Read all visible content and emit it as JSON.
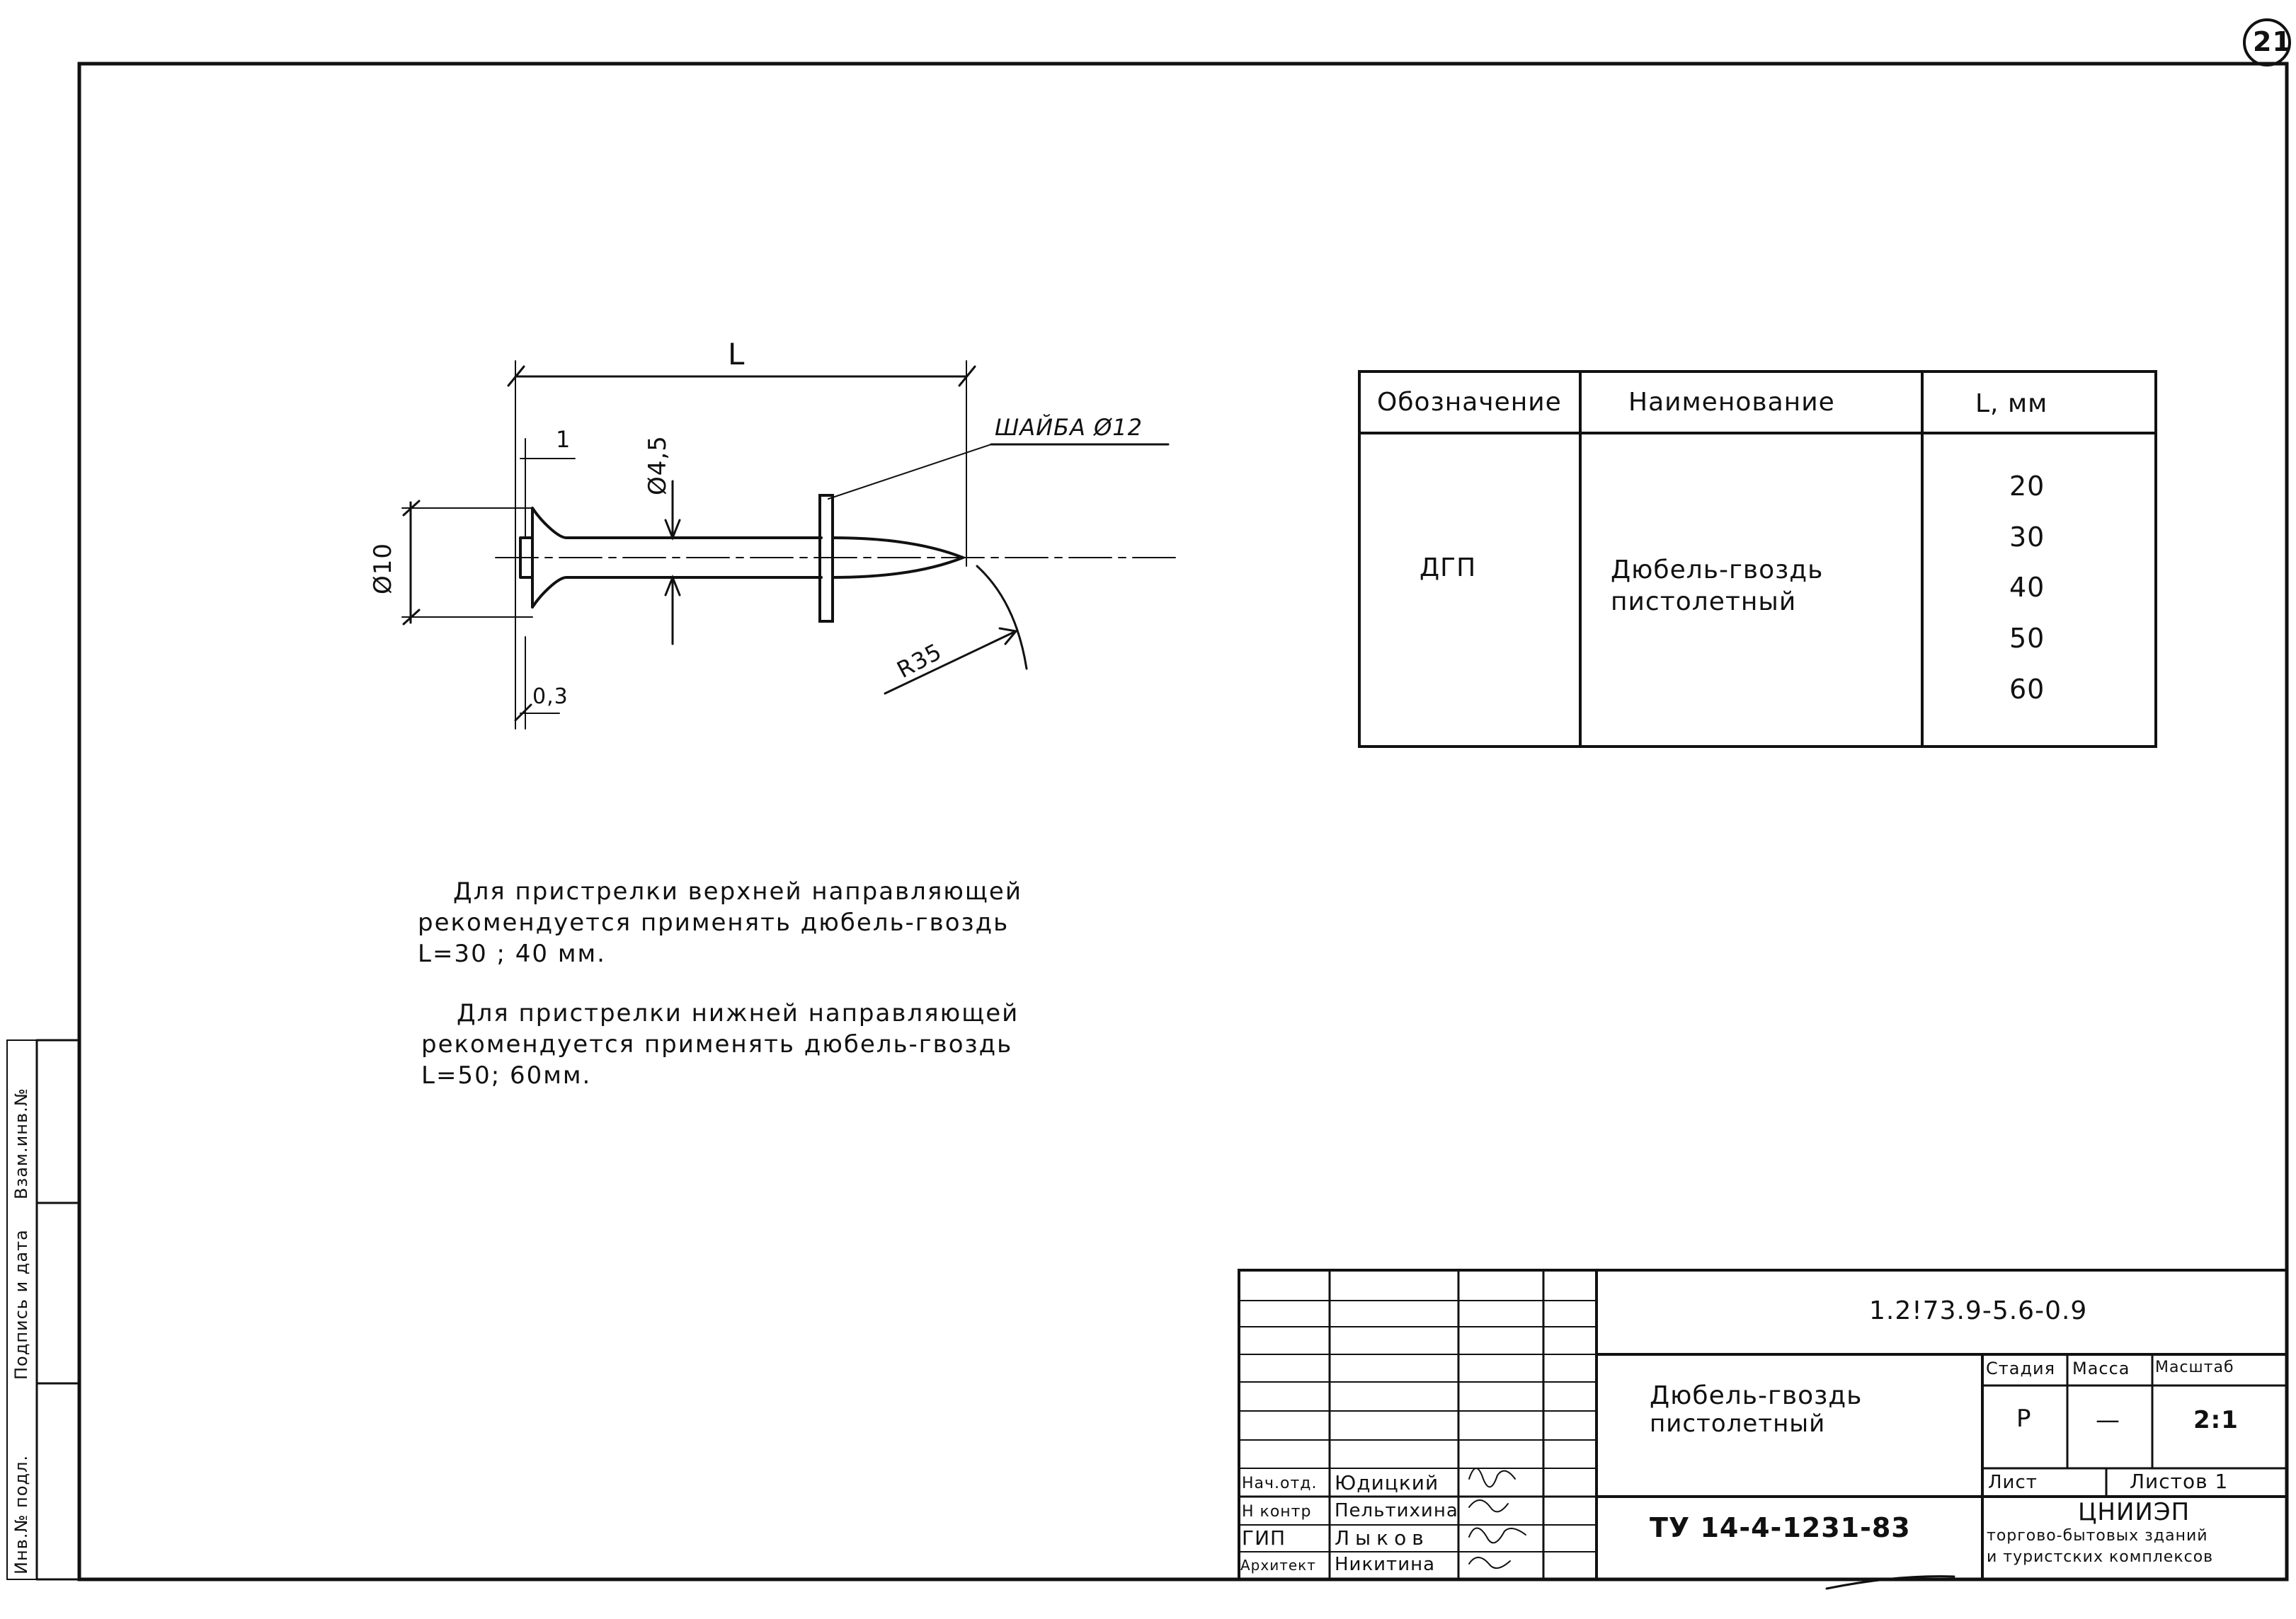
{
  "sheet": {
    "number": "21",
    "side_labels": [
      "Инв.№ подл.",
      "Подпись и дата",
      "Взам.инв.№"
    ]
  },
  "part_drawing": {
    "dims": {
      "length": "L",
      "head_thickness": "1",
      "shank_diameter": "Ø4,5",
      "head_diameter": "Ø10",
      "head_gap": "0,3",
      "washer": "ШАЙБА Ø12",
      "radius": "R35"
    }
  },
  "spec_table": {
    "headers": [
      "Обозначение",
      "Наименование",
      "L, мм"
    ],
    "row": {
      "designation": "ДГП",
      "name_line1": "Дюбель-гвоздь",
      "name_line2": "пистолетный",
      "lengths": [
        "20",
        "30",
        "40",
        "50",
        "60"
      ]
    }
  },
  "notes": [
    {
      "line1": "Для пристрелки верхней направляющей",
      "line2": "рекомендуется применять дюбель-гвоздь",
      "line3": "L=30 ; 40 мм."
    },
    {
      "line1": "Для пристрелки нижней направляющей",
      "line2": "рекомендуется применять дюбель-гвоздь",
      "line3": "L=50; 60мм."
    }
  ],
  "title_block": {
    "doc_code": "1.2!73.9-5.6-0.9",
    "title_line1": "Дюбель-гвоздь",
    "title_line2": "пистолетный",
    "standard": "ТУ 14-4-1231-83",
    "stage_label": "Стадия",
    "mass_label": "Масса",
    "scale_label": "Масштаб",
    "stage_value": "Р",
    "mass_value": "—",
    "scale_value": "2:1",
    "sheet_label": "Лист",
    "sheets_label": "Листов 1",
    "org_line1": "ЦНИИЭП",
    "org_line2": "торгово-бытовых зданий",
    "org_line3": "и туристских комплексов",
    "staff": [
      {
        "role": "Нач.отд.",
        "name": "Юдицкий"
      },
      {
        "role": "Н контр",
        "name": "Пельтихина"
      },
      {
        "role": "ГИП",
        "name": "Лыков"
      },
      {
        "role": "Архитект",
        "name": "Никитина"
      }
    ]
  }
}
